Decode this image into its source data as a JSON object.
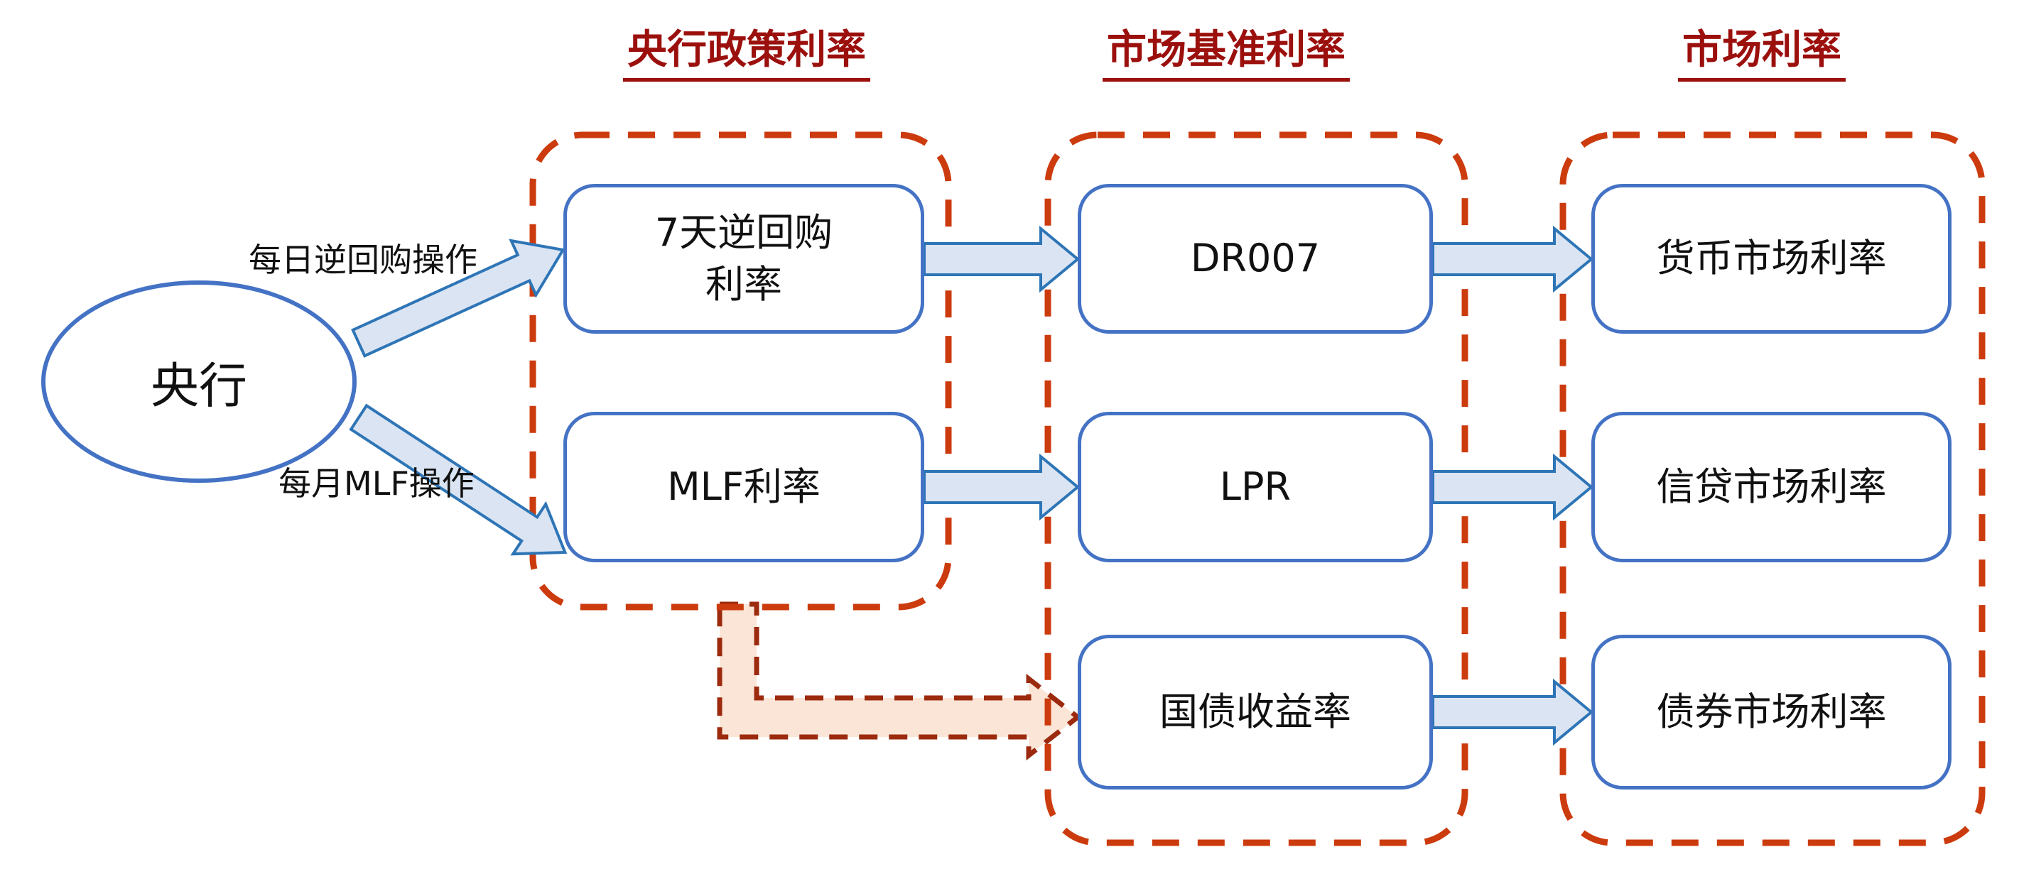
{
  "colors": {
    "container_dash": "#CC3B0E",
    "treasury_arrow_dash": "#9C2A0E",
    "treasury_arrow_fill": "#FAE5D6",
    "box_border_blue": "#4472C4",
    "arrow_outline_blue": "#2E75B6",
    "arrow_fill_blue": "#DAE4F3",
    "header_red": "#9B100D",
    "text_black": "#111111"
  },
  "ellipse": {
    "label": "央行"
  },
  "flow_labels": {
    "daily": "每日逆回购操作",
    "monthly": "每月MLF操作"
  },
  "columns": [
    {
      "header": "央行政策利率",
      "boxes": [
        {
          "lines": [
            "7天逆回购",
            "利率"
          ]
        },
        {
          "lines": [
            "MLF利率"
          ]
        }
      ]
    },
    {
      "header": "市场基准利率",
      "boxes": [
        {
          "lines": [
            "DR007"
          ]
        },
        {
          "lines": [
            "LPR"
          ]
        },
        {
          "lines": [
            "国债收益率"
          ]
        }
      ]
    },
    {
      "header": "市场利率",
      "boxes": [
        {
          "lines": [
            "货币市场利率"
          ]
        },
        {
          "lines": [
            "信贷市场利率"
          ]
        },
        {
          "lines": [
            "债券市场利率"
          ]
        }
      ]
    }
  ]
}
